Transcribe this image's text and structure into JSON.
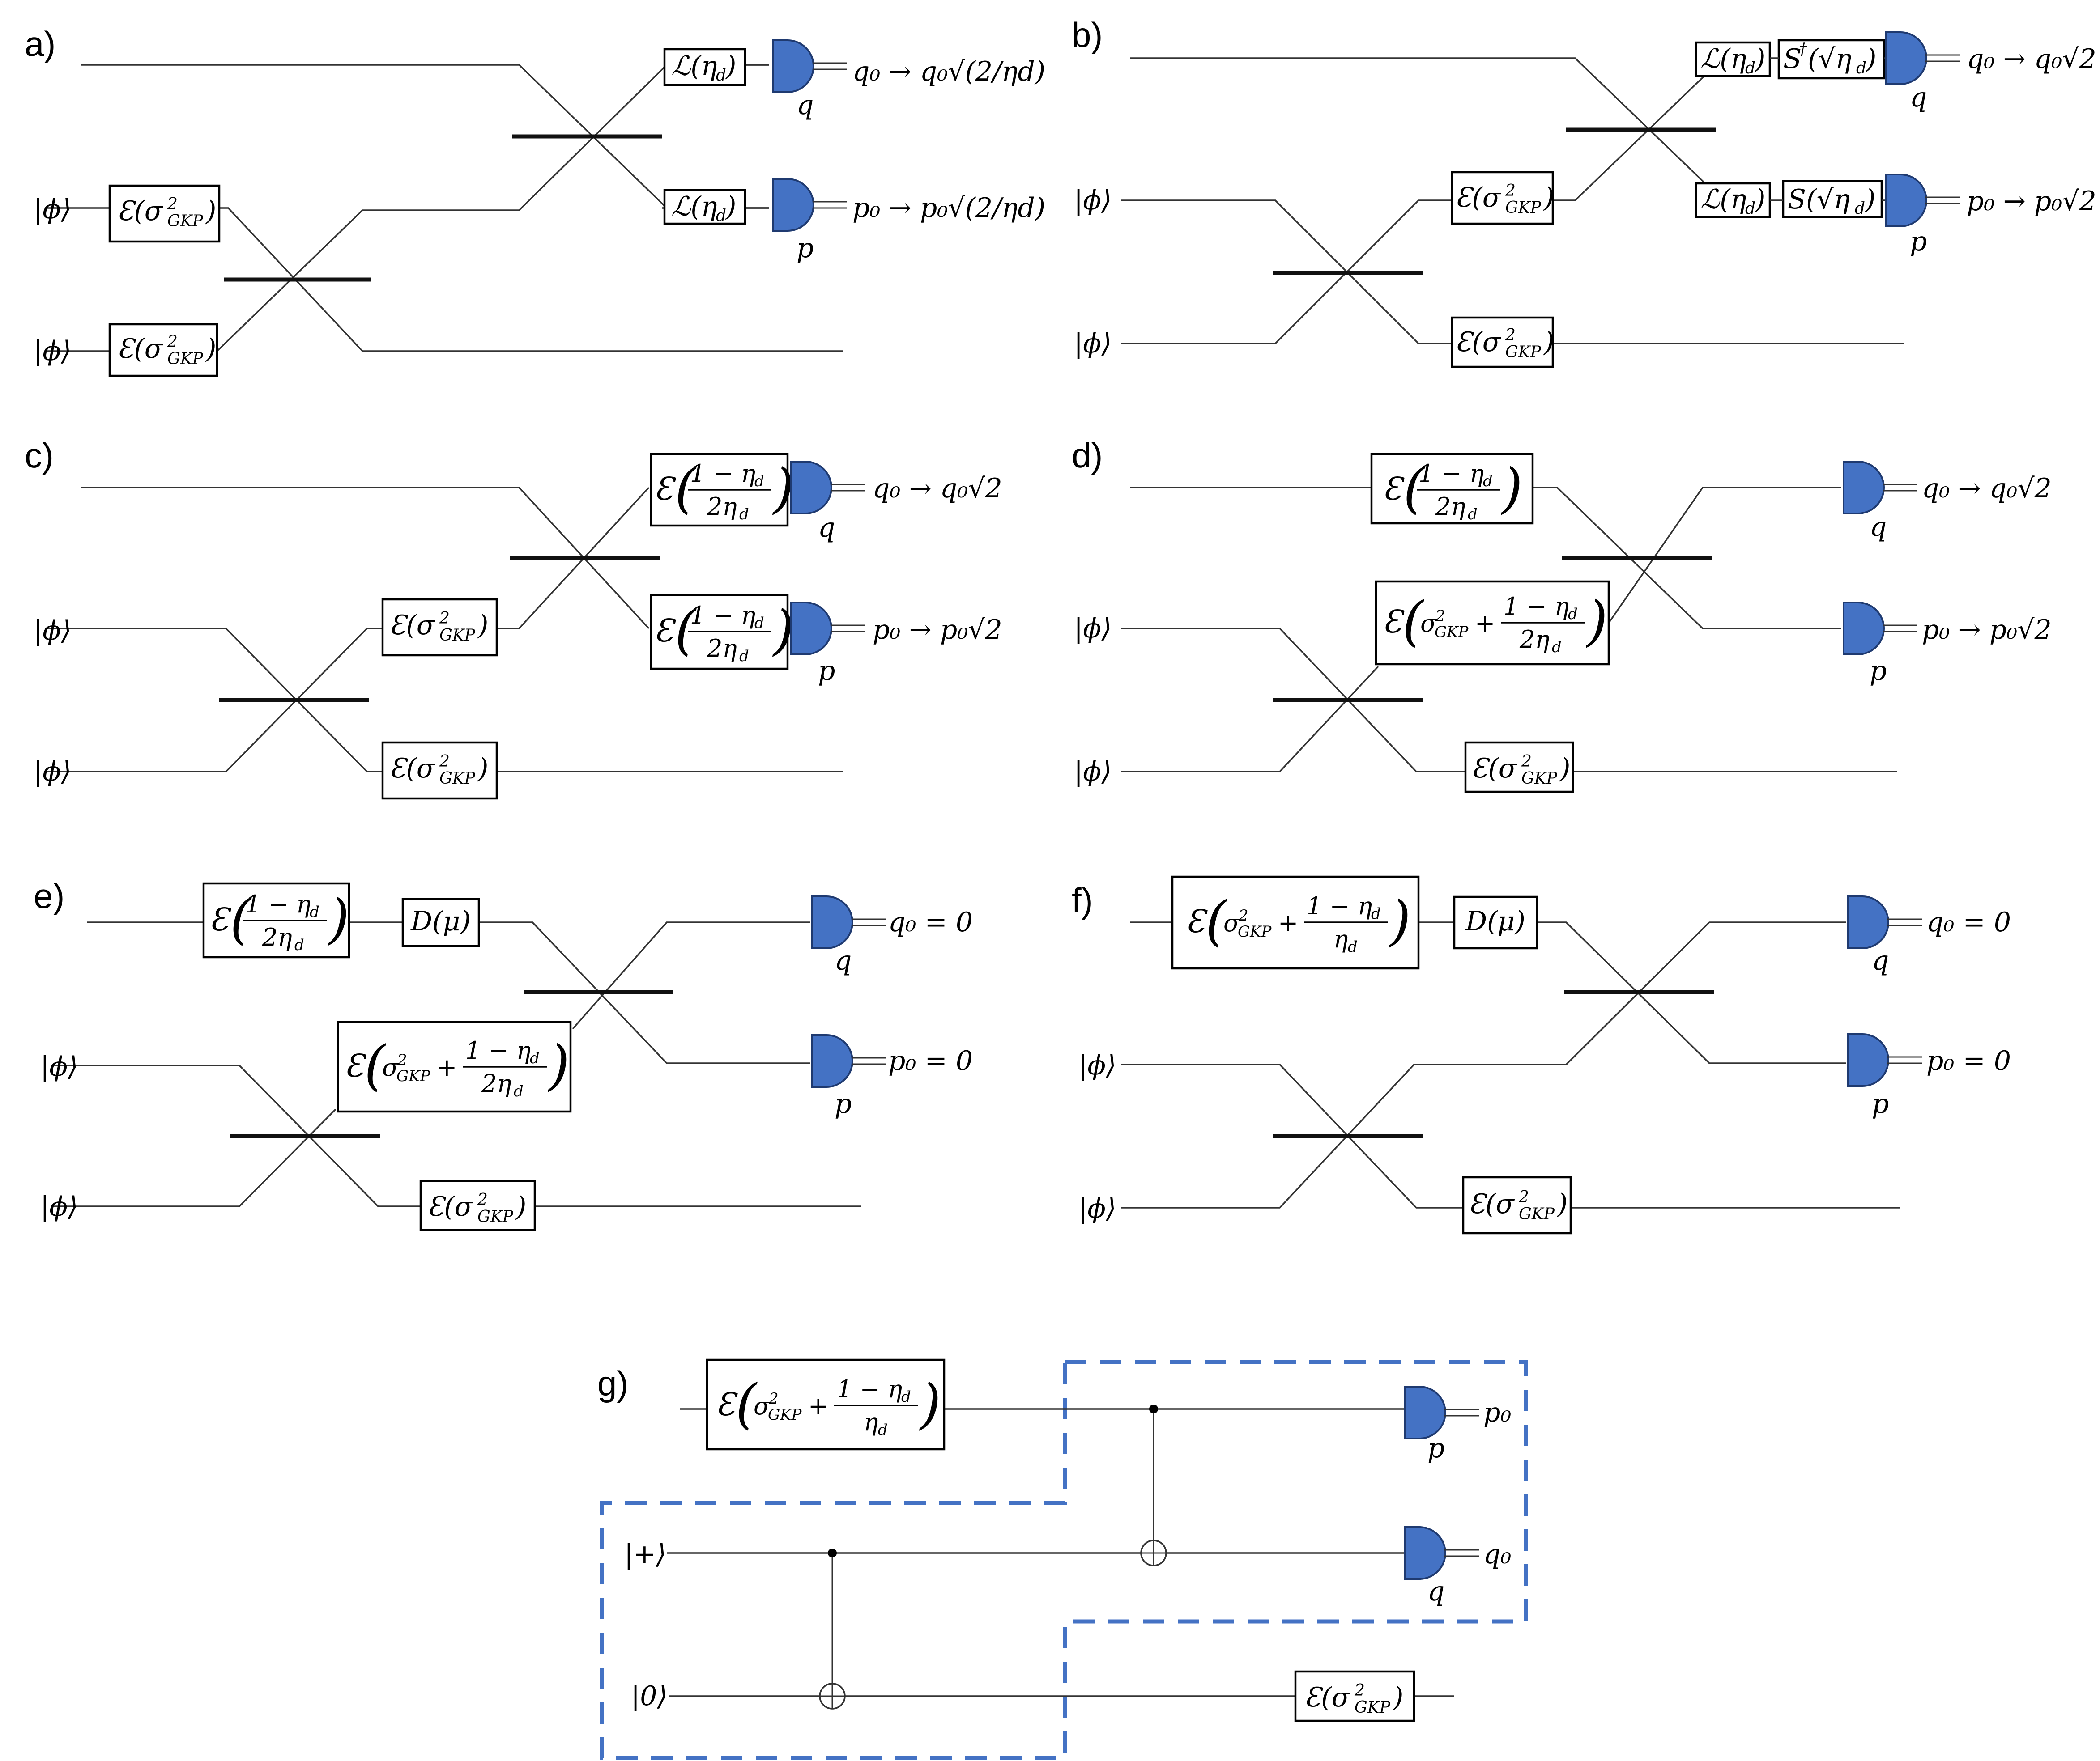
{
  "panels": {
    "a": {
      "label": "a)",
      "input": "|ϕ⟩",
      "noise": "Ɛ(σ²GKP)",
      "loss": "ℒ(ηd)",
      "q_out": "q₀ → q₀√(2/ηd)",
      "p_out": "p₀ → p₀√(2/ηd)",
      "q_det": "q",
      "p_det": "p"
    },
    "b": {
      "label": "b)",
      "input": "|ϕ⟩",
      "noise": "Ɛ(σ²GKP)",
      "loss": "ℒ(ηd)",
      "squeeze_dag": "S†(√ηd)",
      "squeeze": "S(√ηd)",
      "q_out": "q₀ → q₀√2",
      "p_out": "p₀ → p₀√2",
      "q_det": "q",
      "p_det": "p"
    },
    "c": {
      "label": "c)",
      "input": "|ϕ⟩",
      "noise": "Ɛ(σ²GKP)",
      "loss_noise": "Ɛ((1 − ηd)/(2ηd))",
      "q_out": "q₀ → q₀√2",
      "p_out": "p₀ → p₀√2",
      "q_det": "q",
      "p_det": "p"
    },
    "d": {
      "label": "d)",
      "input": "|ϕ⟩",
      "noise": "Ɛ(σ²GKP)",
      "loss_noise": "Ɛ((1 − ηd)/(2ηd))",
      "combined": "Ɛ(σ²GKP + (1 − ηd)/(2ηd))",
      "q_out": "q₀ → q₀√2",
      "p_out": "p₀ → p₀√2",
      "q_det": "q",
      "p_det": "p"
    },
    "e": {
      "label": "e)",
      "input": "|ϕ⟩",
      "noise": "Ɛ(σ²GKP)",
      "loss_noise": "Ɛ((1 − ηd)/(2ηd))",
      "combined": "Ɛ(σ²GKP + (1 − ηd)/(2ηd))",
      "disp": "D(μ)",
      "q_out": "q₀ = 0",
      "p_out": "p₀ = 0",
      "q_det": "q",
      "p_det": "p"
    },
    "f": {
      "label": "f)",
      "input": "|ϕ⟩",
      "noise": "Ɛ(σ²GKP)",
      "combined": "Ɛ(σ²GKP + (1 − ηd)/ηd)",
      "disp": "D(μ)",
      "q_out": "q₀ = 0",
      "p_out": "p₀ = 0",
      "q_det": "q",
      "p_det": "p"
    },
    "g": {
      "label": "g)",
      "plus": "|+⟩",
      "zero": "|0⟩",
      "combined": "Ɛ(σ²GKP + (1 − ηd)/ηd)",
      "noise": "Ɛ(σ²GKP)",
      "p_out": "p₀",
      "q_out": "q₀",
      "q_det": "q",
      "p_det": "p"
    }
  },
  "colors": {
    "detector": "#4472c4",
    "dashed_box": "#4472c4",
    "wire": "#333333"
  }
}
